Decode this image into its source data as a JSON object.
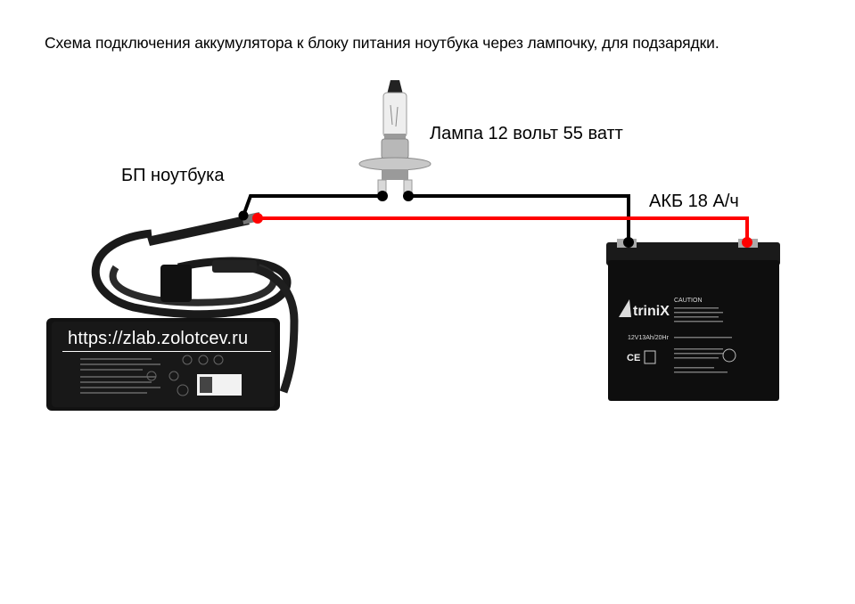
{
  "title": "Схема подключения аккумулятора к блоку питания ноутбука через лампочку, для подзарядки.",
  "labels": {
    "lamp": "Лампа 12 вольт 55 ватт",
    "psu": "БП ноутбука",
    "battery": "АКБ 18 А/ч"
  },
  "watermark": "https://zlab.zolotcev.ru",
  "battery_printed": {
    "brand": "triniX",
    "model": "12V13Ah/20Hr",
    "caution": "CAUTION"
  },
  "colors": {
    "negative_wire": "#000000",
    "positive_wire": "#ff0000",
    "background": "#ffffff"
  }
}
